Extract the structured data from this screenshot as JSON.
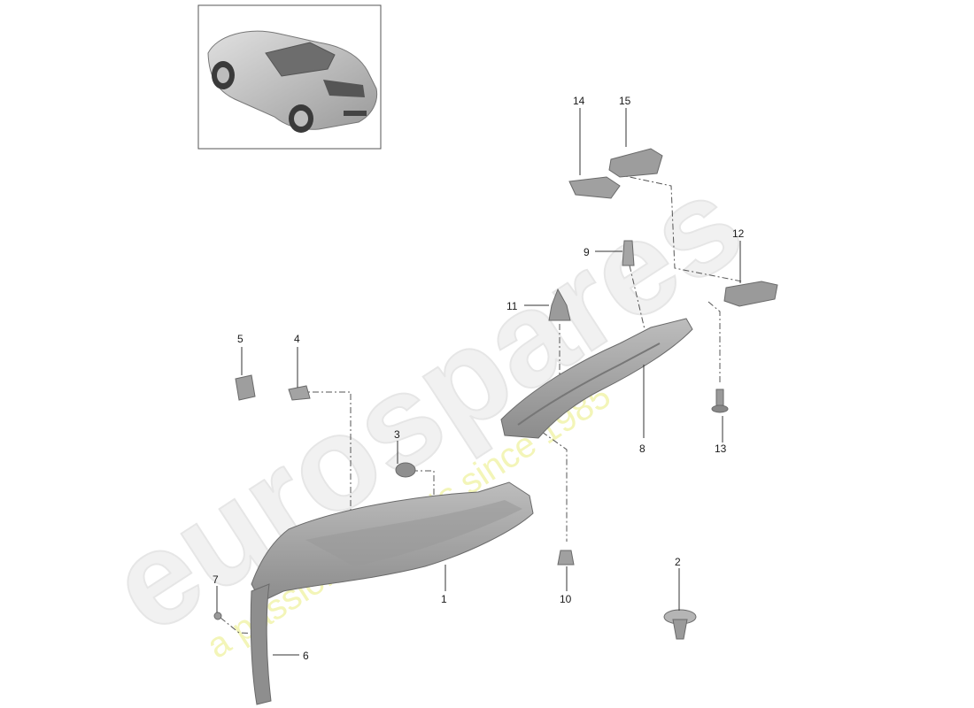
{
  "watermark": {
    "brand": "eurospares",
    "tagline": "a passion for parts since 1985"
  },
  "callouts": {
    "p1": "1",
    "p2": "2",
    "p3": "3",
    "p4": "4",
    "p5": "5",
    "p6": "6",
    "p7": "7",
    "p8": "8",
    "p9": "9",
    "p10": "10",
    "p11": "11",
    "p12": "12",
    "p13": "13",
    "p14": "14",
    "p15": "15"
  },
  "colors": {
    "part_fill": "#a9a9a9",
    "part_dark": "#8a8a8a",
    "part_light": "#c8c8c8",
    "watermark_text": "#f1f1f1",
    "watermark_tagline": "#f3f5b8",
    "thumbnail_border": "#555555"
  }
}
